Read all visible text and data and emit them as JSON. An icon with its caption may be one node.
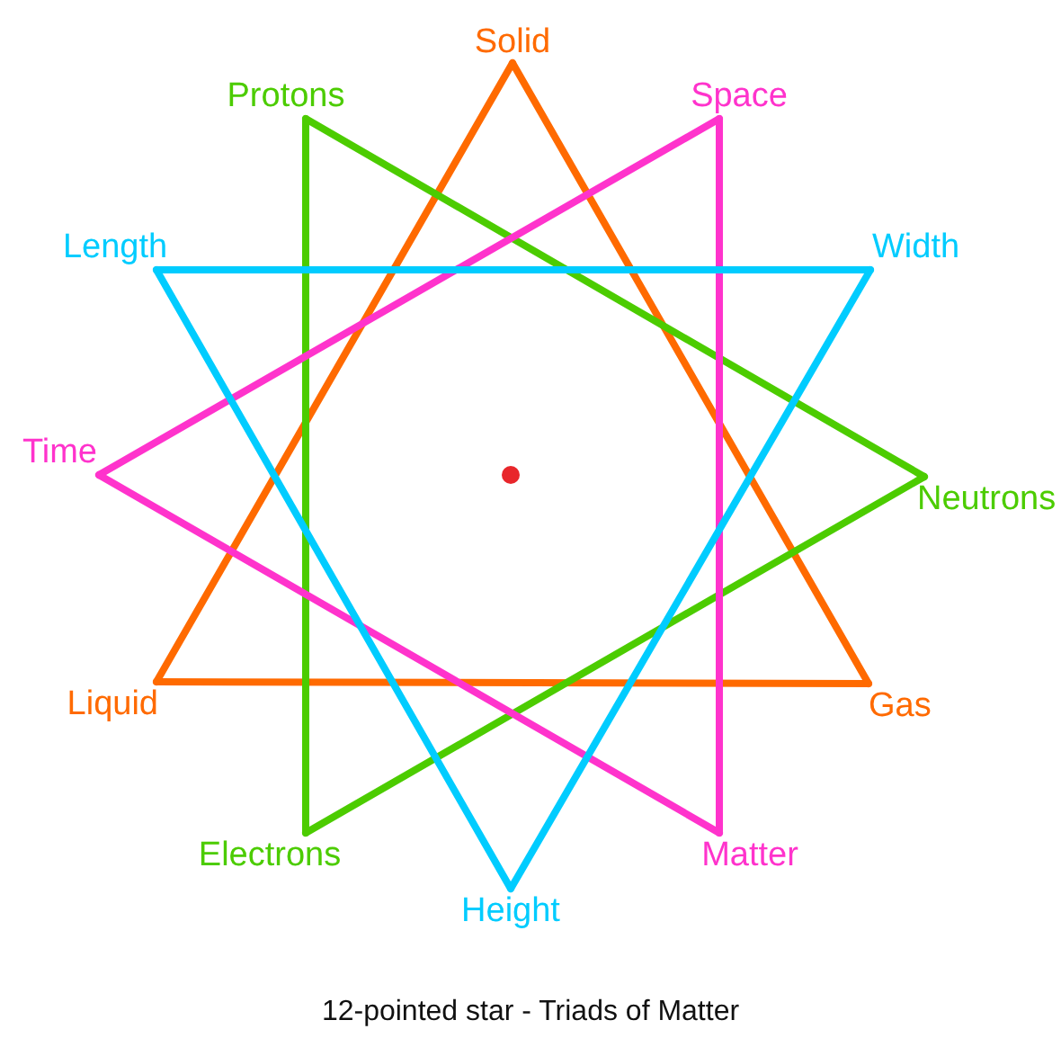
{
  "diagram": {
    "caption": "12-pointed star - Triads of Matter",
    "nodes": [
      {
        "text": [
          "Solid"
        ]
      },
      {
        "text": [
          "Protons"
        ]
      },
      {
        "text": [
          "Space"
        ]
      },
      {
        "text": [
          "Length"
        ]
      },
      {
        "text": [
          "Width"
        ]
      },
      {
        "text": [
          "Time"
        ]
      },
      {
        "text": [
          "Neutrons"
        ]
      },
      {
        "text": [
          "Liquid"
        ]
      },
      {
        "text": [
          "Gas"
        ]
      },
      {
        "text": [
          "Electrons"
        ]
      },
      {
        "text": [
          "Matter"
        ]
      },
      {
        "text": [
          "Height"
        ]
      }
    ],
    "edges": [
      {
        "from": 0,
        "to": 7,
        "arrow": "none",
        "color": "#ff6a00"
      },
      {
        "from": 7,
        "to": 8,
        "arrow": "none",
        "color": "#ff6a00"
      },
      {
        "from": 8,
        "to": 0,
        "arrow": "none",
        "color": "#ff6a00"
      },
      {
        "from": 1,
        "to": 6,
        "arrow": "none",
        "color": "#4ccc00"
      },
      {
        "from": 6,
        "to": 9,
        "arrow": "none",
        "color": "#4ccc00"
      },
      {
        "from": 9,
        "to": 1,
        "arrow": "none",
        "color": "#4ccc00"
      },
      {
        "from": 2,
        "to": 5,
        "arrow": "none",
        "color": "#ff33cc"
      },
      {
        "from": 5,
        "to": 10,
        "arrow": "none",
        "color": "#ff33cc"
      },
      {
        "from": 10,
        "to": 2,
        "arrow": "none",
        "color": "#ff33cc"
      },
      {
        "from": 3,
        "to": 4,
        "arrow": "none",
        "color": "#00ccff"
      },
      {
        "from": 4,
        "to": 11,
        "arrow": "none",
        "color": "#00ccff"
      },
      {
        "from": 11,
        "to": 3,
        "arrow": "none",
        "color": "#00ccff"
      }
    ]
  }
}
